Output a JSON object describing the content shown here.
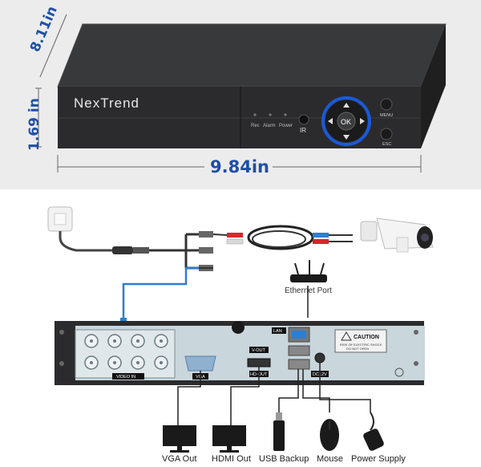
{
  "product": {
    "brand": "NexTrend",
    "front_labels": {
      "rec": "Rec",
      "alarm": "Alarm",
      "power": "Power",
      "ir": "IR",
      "ok": "OK",
      "menu": "MENU",
      "esc": "ESC"
    }
  },
  "dimensions": {
    "depth": "8.11in",
    "height": "1.69 in",
    "width": "9.84in"
  },
  "rear_panel": {
    "video_in": "VIDEO IN",
    "vga": "VGA",
    "v_out": "V-OUT",
    "hd_out": "HD-OUT",
    "lan": "LAN",
    "dc": "DC12V",
    "caution_title": "CAUTION",
    "caution_text_1": "RISK OF ELECTRIC SHOCK",
    "caution_text_2": "DO NOT OPEN"
  },
  "connections": {
    "ethernet_port": "Ethernet Port",
    "peripherals": [
      "VGA Out",
      "HDMI Out",
      "USB Backup",
      "Mouse",
      "Power Supply"
    ]
  },
  "colors": {
    "accent_blue": "#1f4fa8",
    "dvr_body": "#2b2b2d",
    "rear_panel": "#c9d6dc",
    "cable_blue": "#2a7fd4"
  }
}
